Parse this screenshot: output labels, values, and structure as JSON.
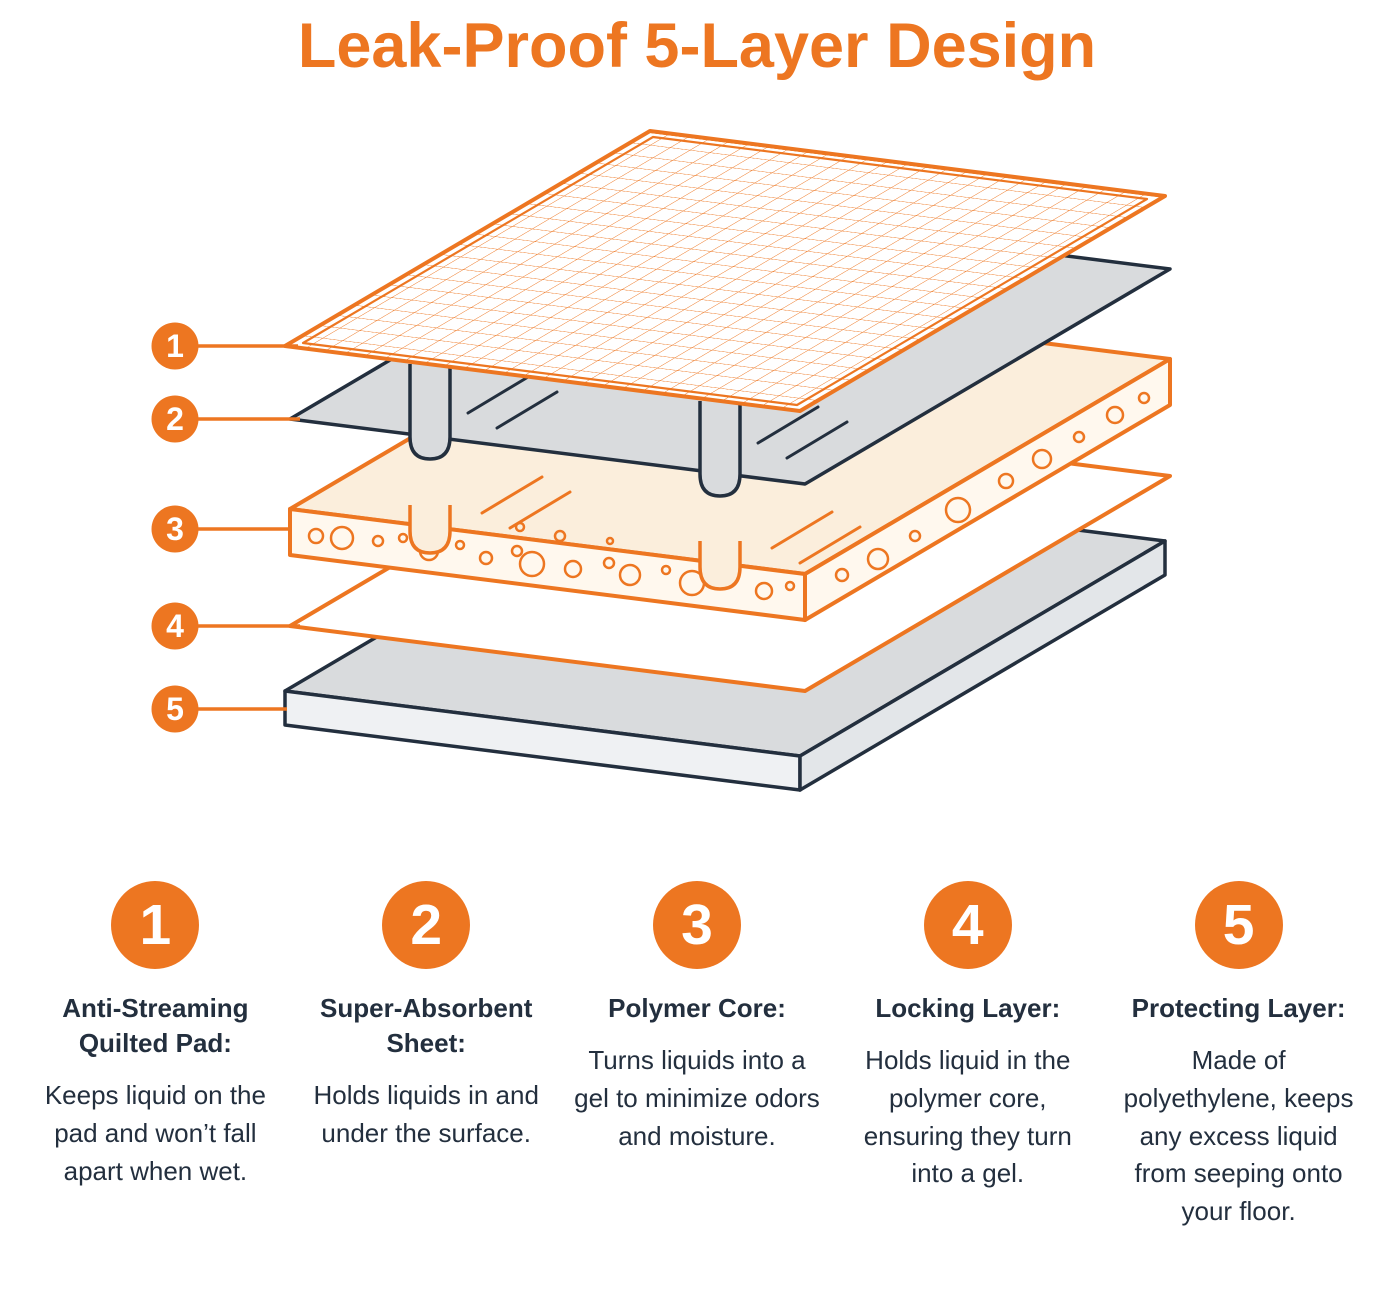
{
  "title": "Leak-Proof 5-Layer Design",
  "colors": {
    "orange": "#ED7621",
    "navy": "#232F3E",
    "gray_fill": "#D9DBDD",
    "cream_fill": "#FBEEDC",
    "text": "#232F3E",
    "background": "#FFFFFF"
  },
  "diagram": {
    "badges": [
      {
        "number": "1"
      },
      {
        "number": "2"
      },
      {
        "number": "3"
      },
      {
        "number": "4"
      },
      {
        "number": "5"
      }
    ]
  },
  "legend": [
    {
      "number": "1",
      "heading": "Anti-Streaming Quilted Pad:",
      "description": "Keeps liquid on the pad and won’t fall apart when wet."
    },
    {
      "number": "2",
      "heading": "Super-Absorbent Sheet:",
      "description": "Holds liquids in and under the surface."
    },
    {
      "number": "3",
      "heading": "Polymer Core:",
      "description": "Turns liquids into a gel to minimize odors and moisture."
    },
    {
      "number": "4",
      "heading": "Locking Layer:",
      "description": "Holds liquid in the polymer core, ensuring they turn into a gel."
    },
    {
      "number": "5",
      "heading": "Protecting Layer:",
      "description": "Made of polyethylene, keeps any excess liquid from seeping onto your floor."
    }
  ]
}
